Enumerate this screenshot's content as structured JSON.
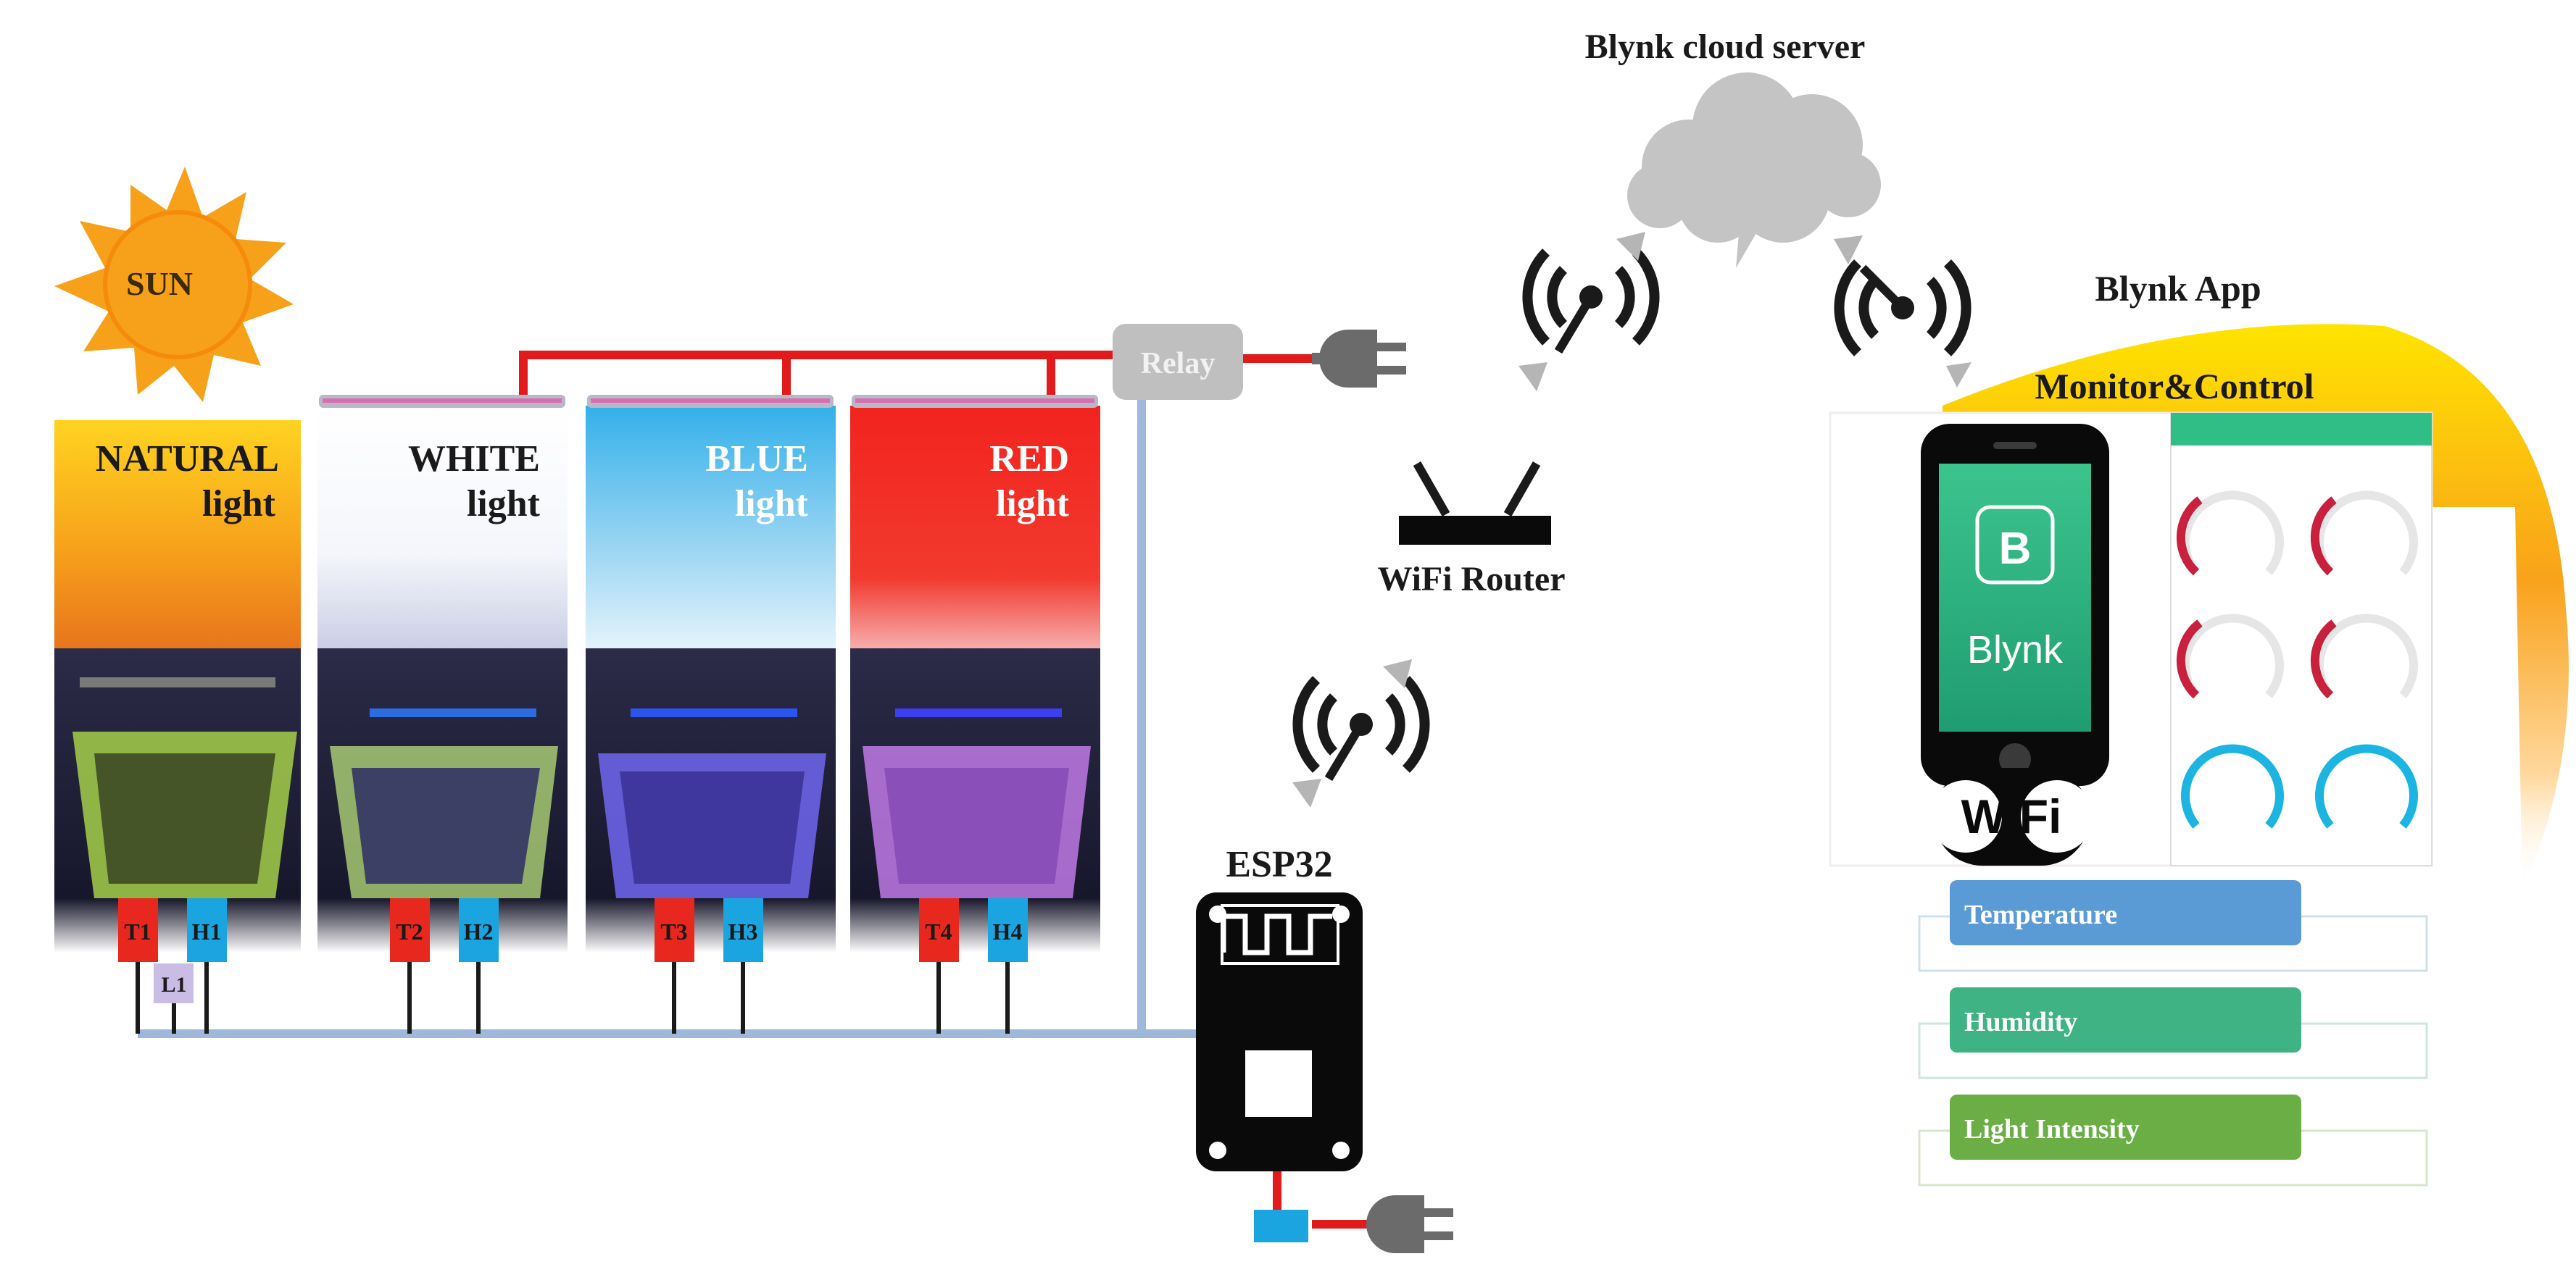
{
  "top": {
    "cloud_label": "Blynk cloud server",
    "router_label": "WiFi Router",
    "esp_label": "ESP32",
    "relay_label": "Relay",
    "sun_label": "SUN"
  },
  "chambers": [
    {
      "line1": "NATURAL",
      "line2": "light",
      "t": "T1",
      "h": "H1"
    },
    {
      "line1": "WHITE",
      "line2": "light",
      "t": "T2",
      "h": "H2"
    },
    {
      "line1": "BLUE",
      "line2": "light",
      "t": "T3",
      "h": "H3"
    },
    {
      "line1": "RED",
      "line2": "light",
      "t": "T4",
      "h": "H4"
    }
  ],
  "light_sensor": "L1",
  "app": {
    "title": "Blynk App",
    "banner": "Monitor&Control",
    "brand": "Blynk",
    "wifi_text": "WiFi",
    "panels": [
      {
        "label": "Temperature",
        "color": "#5b9bd5"
      },
      {
        "label": "Humidity",
        "color": "#3fb384"
      },
      {
        "label": "Light Intensity",
        "color": "#6aae45"
      }
    ]
  },
  "colors": {
    "sensor_t": "#e8281e",
    "sensor_h": "#1aa5e0",
    "power_line": "#e11b1b",
    "data_line": "#9db8d8",
    "sun": "#f7a11a"
  }
}
